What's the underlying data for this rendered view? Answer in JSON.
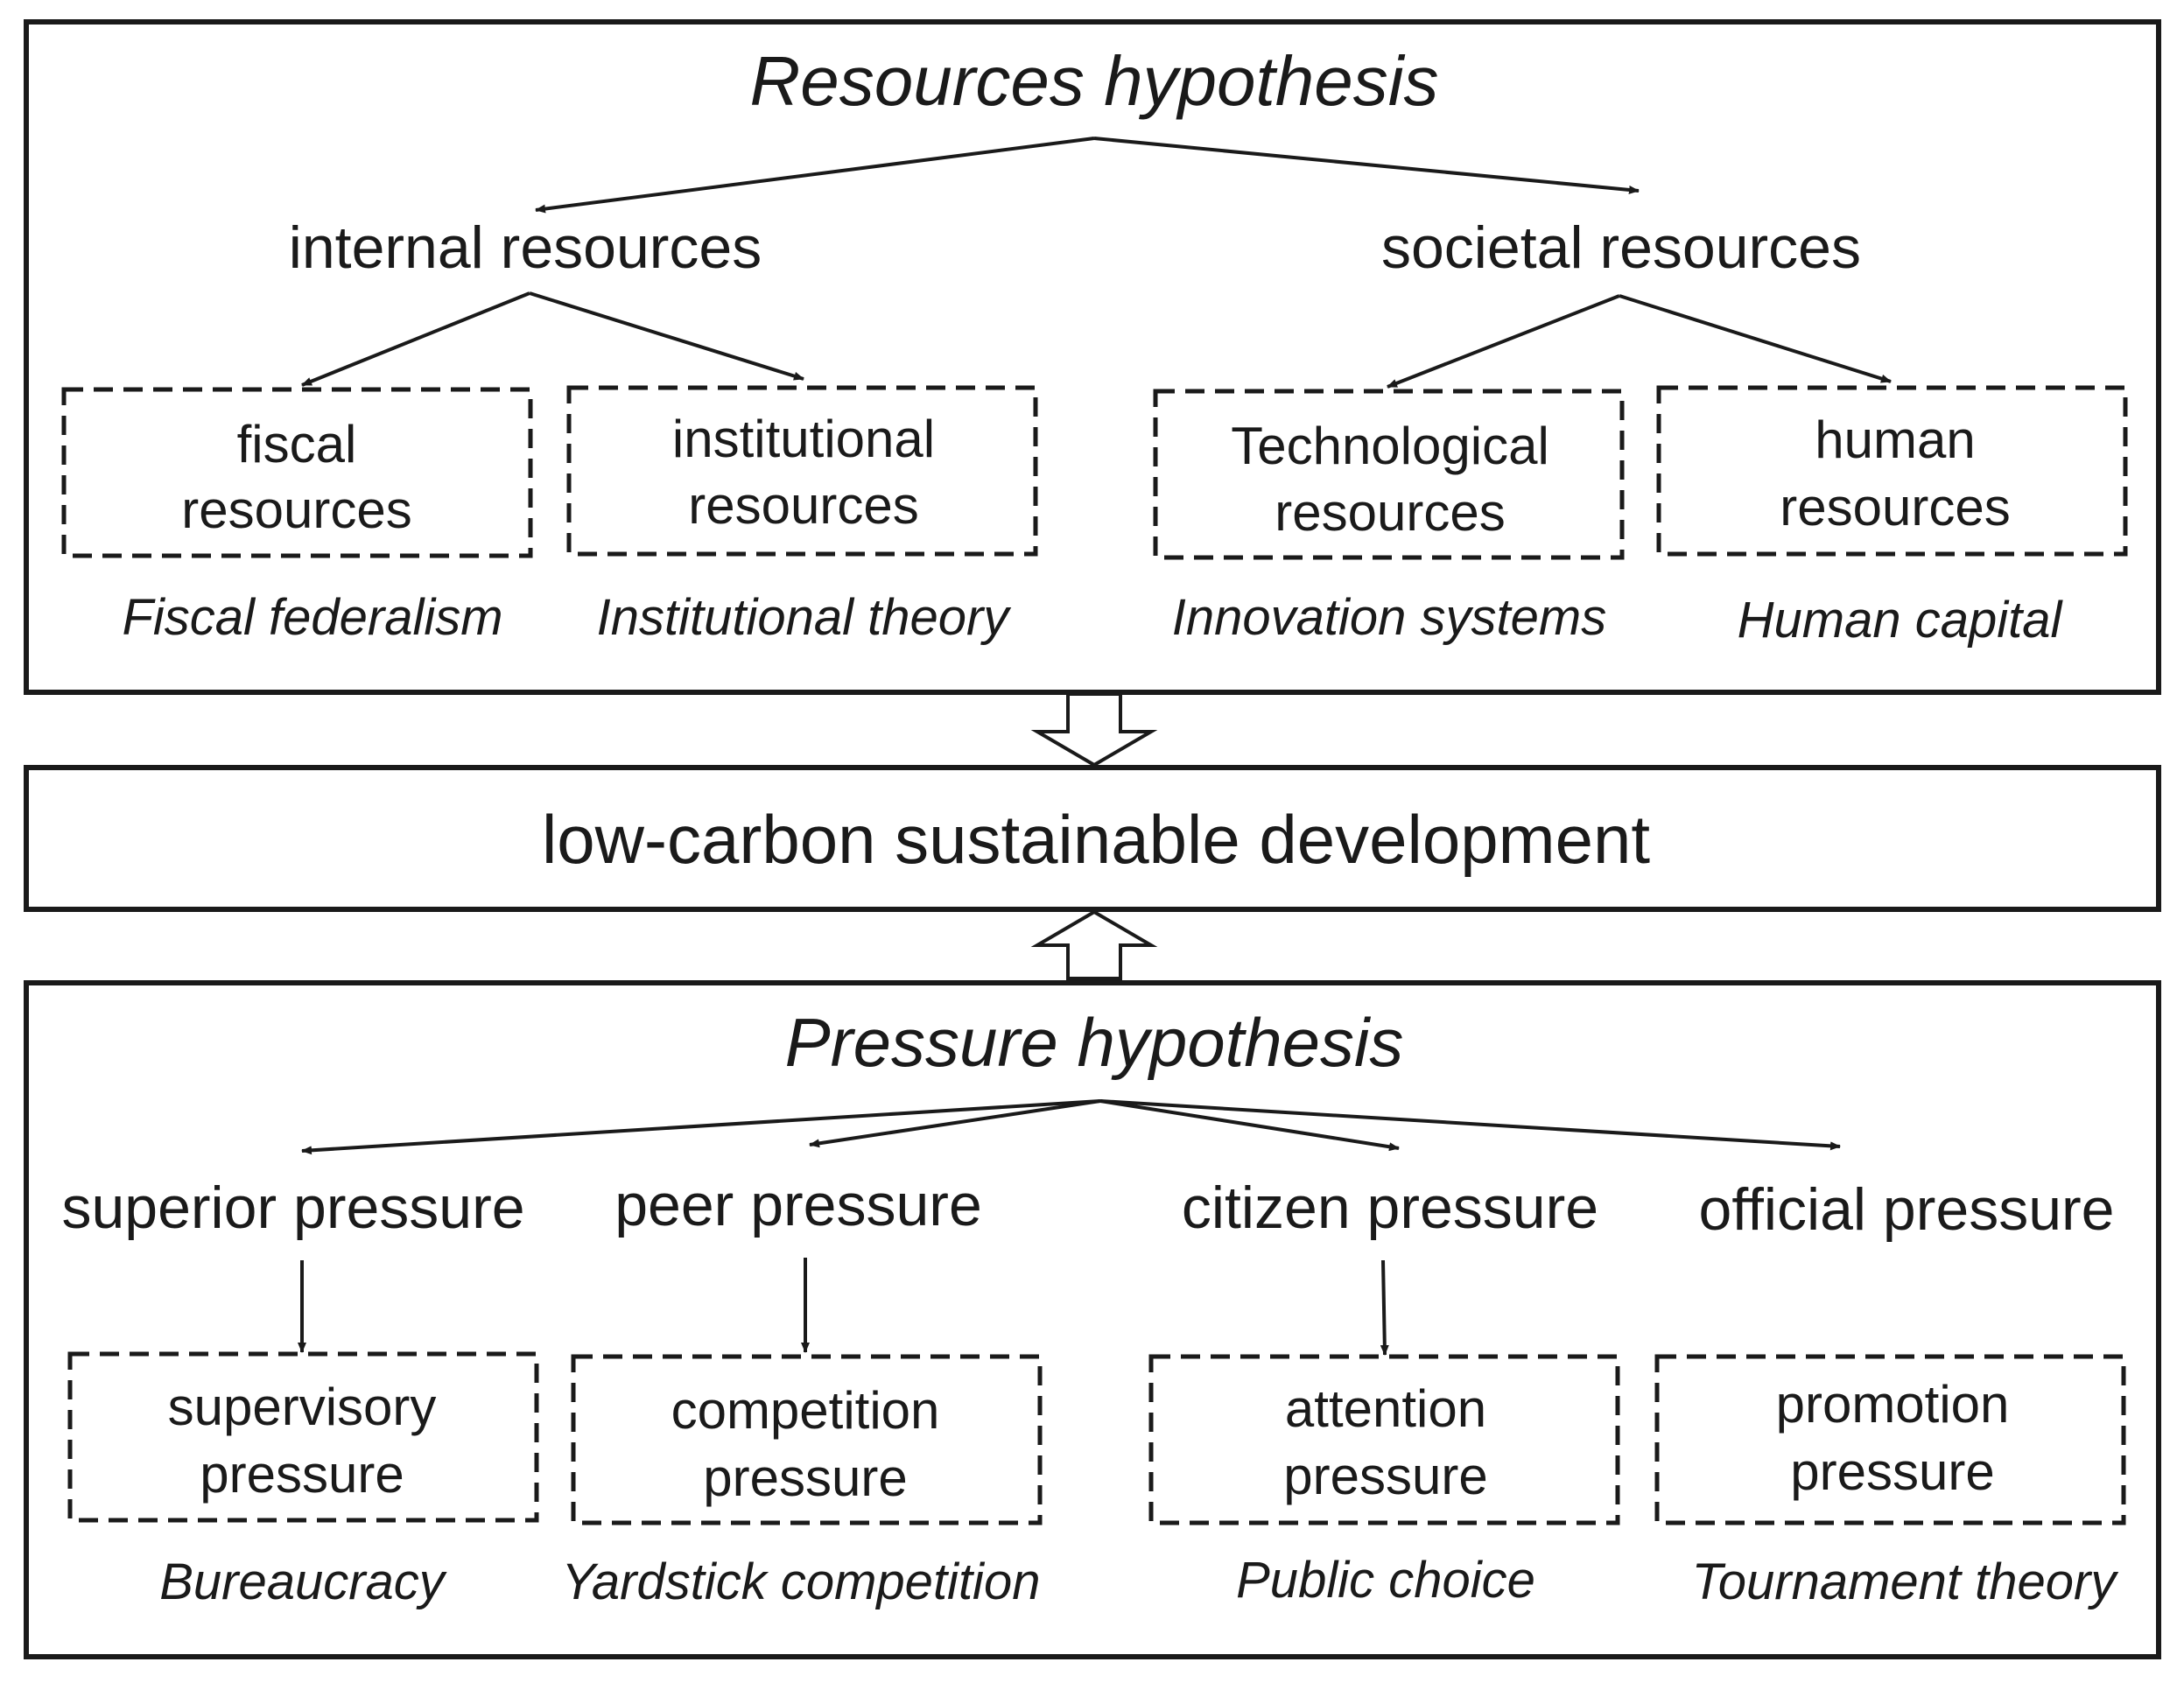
{
  "resources": {
    "title": "Resources hypothesis",
    "branches": [
      {
        "label": "internal resources",
        "items": [
          {
            "box": [
              "fiscal",
              "resources"
            ],
            "theory": "Fiscal federalism"
          },
          {
            "box": [
              "institutional",
              "resources"
            ],
            "theory": "Institutional theory"
          }
        ]
      },
      {
        "label": "societal resources",
        "items": [
          {
            "box": [
              "Technological",
              "resources"
            ],
            "theory": "Innovation systems"
          },
          {
            "box": [
              "human",
              "resources"
            ],
            "theory": "Human capital"
          }
        ]
      }
    ]
  },
  "center": {
    "label": "low-carbon sustainable development"
  },
  "pressure": {
    "title": "Pressure hypothesis",
    "branches": [
      {
        "label": "superior pressure",
        "box": [
          "supervisory",
          "pressure"
        ],
        "theory": "Bureaucracy"
      },
      {
        "label": "peer pressure",
        "box": [
          "competition",
          "pressure"
        ],
        "theory": "Yardstick competition"
      },
      {
        "label": "citizen pressure",
        "box": [
          "attention",
          "pressure"
        ],
        "theory": "Public choice"
      },
      {
        "label": "official pressure",
        "box": [
          "promotion",
          "pressure"
        ],
        "theory": "Tournament theory"
      }
    ]
  },
  "colors": {
    "stroke": "#1a1a1a",
    "background": "#ffffff"
  }
}
